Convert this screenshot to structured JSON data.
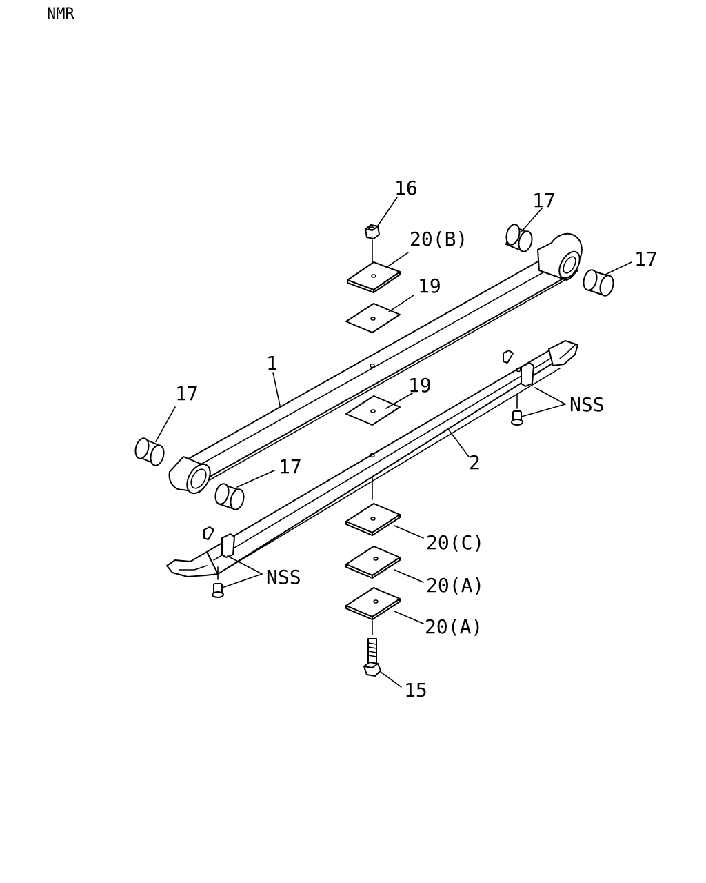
{
  "header": {
    "model": "NMR"
  },
  "labels": {
    "l16": "16",
    "l17_top": "17",
    "l17_right": "17",
    "l20b": "20(B)",
    "l19_top": "19",
    "l1": "1",
    "l17_left": "17",
    "l19_mid": "19",
    "nss_right": "NSS",
    "l2": "2",
    "l17_mid": "17",
    "l20c": "20(C)",
    "nss_left": "NSS",
    "l20a_1": "20(A)",
    "l20a_2": "20(A)",
    "l15": "15"
  },
  "icons": {
    "leaf_spring_1": "leaf-spring-icon",
    "leaf_spring_2": "helper-leaf-icon",
    "bushing": "bushing-icon",
    "nut": "nut-icon",
    "bolt": "center-bolt-icon",
    "plate": "plate-icon",
    "clip": "clip-icon"
  }
}
